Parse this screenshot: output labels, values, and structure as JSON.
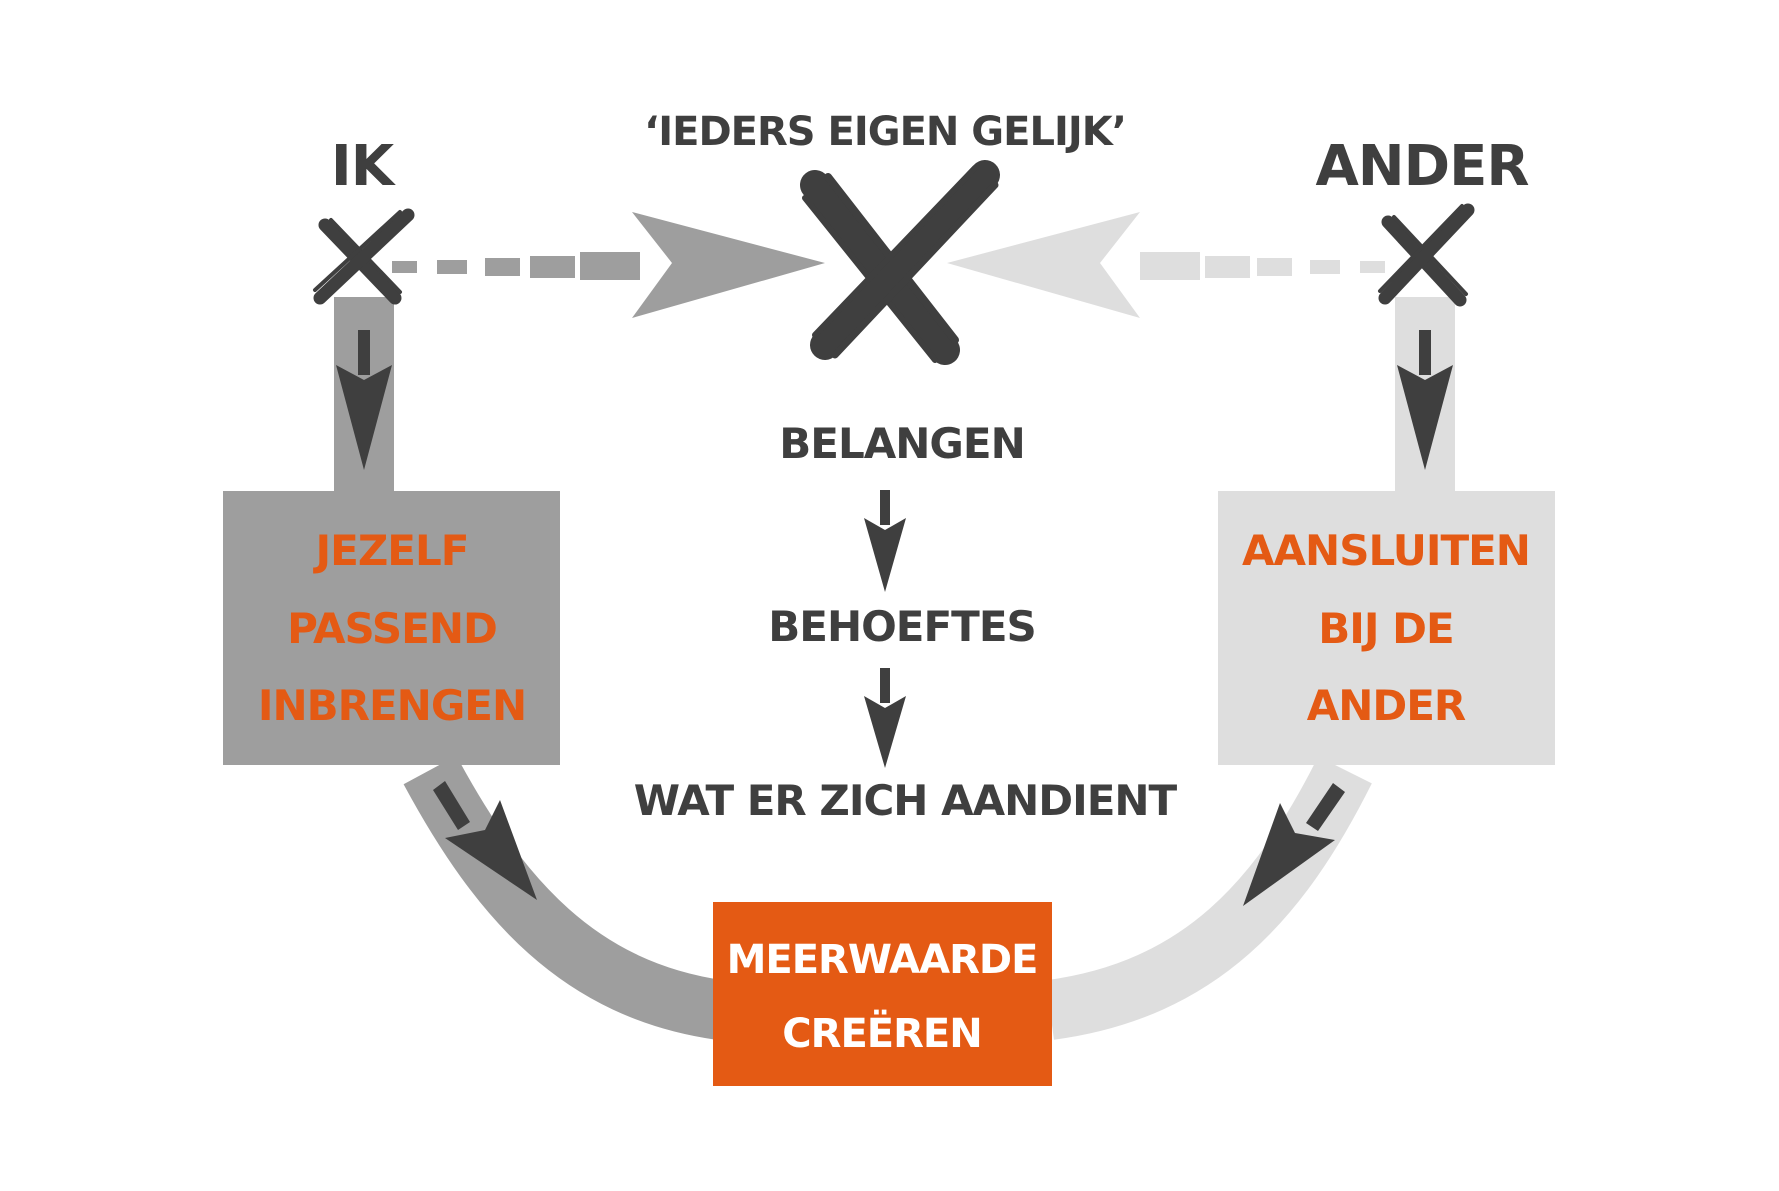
{
  "labels": {
    "top_left": "IK",
    "top_center": "‘IEDERS EIGEN GELIJK’",
    "top_right": "ANDER",
    "steps": [
      "BELANGEN",
      "BEHOEFTES",
      "WAT ER ZICH AANDIENT"
    ]
  },
  "left_box": {
    "lines": [
      "JEZELF",
      "PASSEND",
      "INBRENGEN"
    ]
  },
  "right_box": {
    "lines": [
      "AANSLUITEN",
      "BIJ DE",
      "ANDER"
    ]
  },
  "bottom_box": {
    "lines": [
      "MEERWAARDE",
      "CREËREN"
    ]
  },
  "colors": {
    "dark": "#3f3f3f",
    "mid_gray": "#9e9e9e",
    "light_gray": "#dedede",
    "orange": "#e45a14"
  }
}
